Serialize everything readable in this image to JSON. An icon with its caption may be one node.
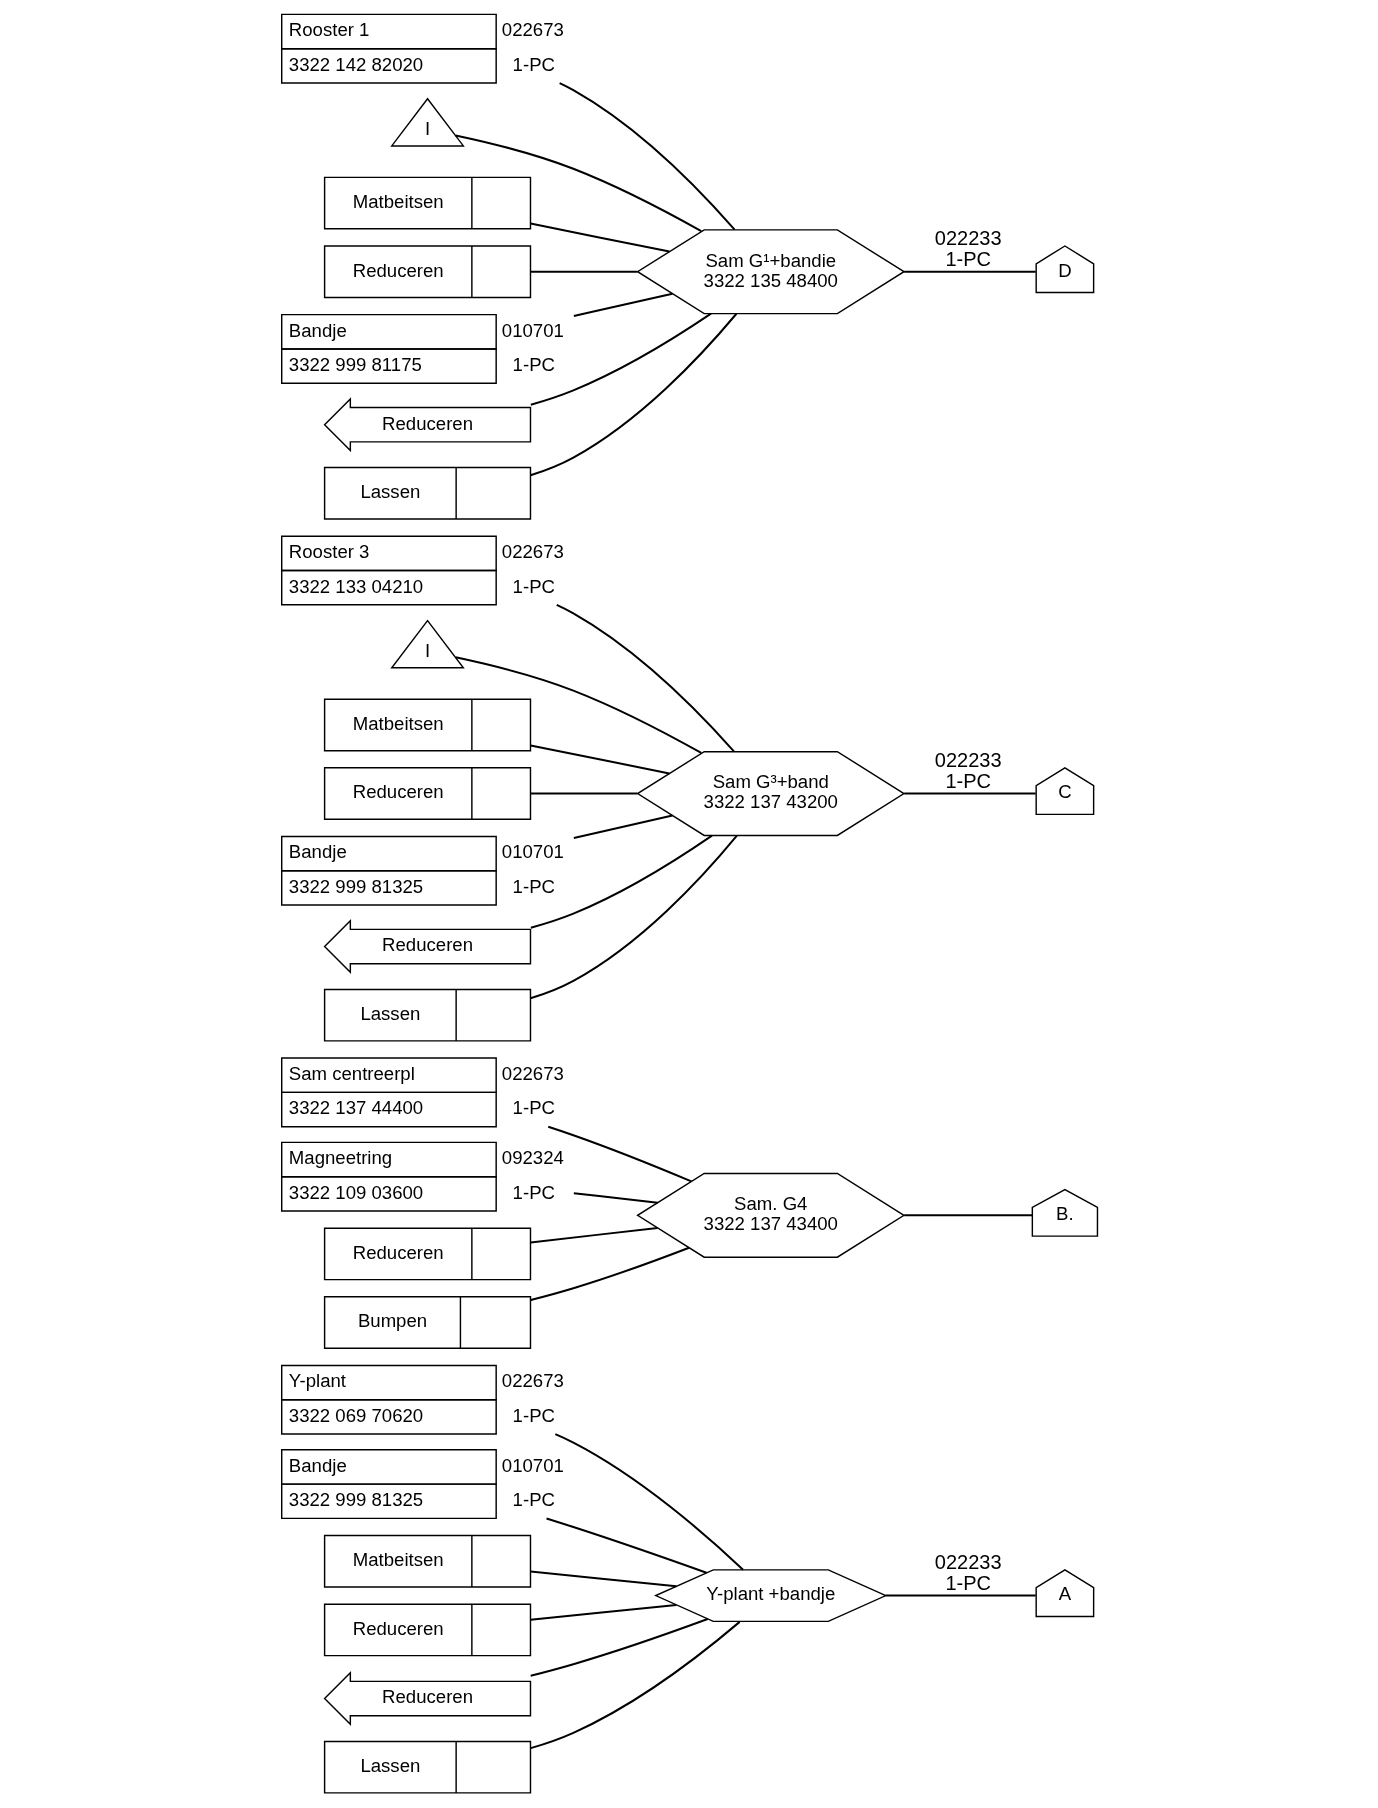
{
  "diagram": {
    "nodes": [
      {
        "text": [
          "Y-plant",
          "3322 069 70620"
        ],
        "beside": [
          "022673",
          "1-PC"
        ]
      },
      {
        "text": [
          "Bandje",
          "3322 999 81325"
        ],
        "beside": [
          "010701",
          "1-PC"
        ]
      },
      {
        "text": [
          "Matbeitsen"
        ]
      },
      {
        "text": [
          "Reduceren"
        ]
      },
      {
        "text": [
          "Reduceren"
        ]
      },
      {
        "text": [
          "Lassen"
        ]
      },
      {
        "text": [
          "Y-plant +bandje"
        ],
        "beside": [
          "022233",
          "1-PC"
        ]
      },
      {
        "text": [
          "A"
        ]
      },
      {
        "text": [
          "Sam centreerpl",
          "3322 137 44400"
        ],
        "beside": [
          "022673",
          "1-PC"
        ]
      },
      {
        "text": [
          "Magneetring",
          "3322 109 03600"
        ],
        "beside": [
          "092324",
          "1-PC"
        ]
      },
      {
        "text": [
          "Reduceren"
        ]
      },
      {
        "text": [
          "Bumpen"
        ]
      },
      {
        "text": [
          "Sam. G4",
          "3322 137 43400"
        ]
      },
      {
        "text": [
          "B."
        ]
      },
      {
        "text": [
          "Rooster 3",
          "3322 133 04210"
        ],
        "beside": [
          "022673",
          "1-PC"
        ]
      },
      {
        "text": [
          "I"
        ]
      },
      {
        "text": [
          "Matbeitsen"
        ]
      },
      {
        "text": [
          "Reduceren"
        ]
      },
      {
        "text": [
          "Bandje",
          "3322 999 81325"
        ],
        "beside": [
          "010701",
          "1-PC"
        ]
      },
      {
        "text": [
          "Reduceren"
        ]
      },
      {
        "text": [
          "Lassen"
        ]
      },
      {
        "text": [
          "Sam G³+band",
          "3322 137 43200"
        ],
        "beside": [
          "022233",
          "1-PC"
        ]
      },
      {
        "text": [
          "C"
        ]
      },
      {
        "text": [
          "Rooster 1",
          "3322 142 82020"
        ],
        "beside": [
          "022673",
          "1-PC"
        ]
      },
      {
        "text": [
          "I"
        ]
      },
      {
        "text": [
          "Matbeitsen"
        ]
      },
      {
        "text": [
          "Reduceren"
        ]
      },
      {
        "text": [
          "Bandje",
          "3322 999 81175"
        ],
        "beside": [
          "010701",
          "1-PC"
        ]
      },
      {
        "text": [
          "Reduceren"
        ]
      },
      {
        "text": [
          "Lassen"
        ]
      },
      {
        "text": [
          "Sam G¹+bandie",
          "3322 135 48400"
        ],
        "beside": [
          "022233",
          "1-PC"
        ]
      },
      {
        "text": [
          "D"
        ]
      }
    ],
    "edges": [
      {
        "from": 0,
        "to": 6,
        "arrow": "none"
      },
      {
        "from": 2,
        "to": 6,
        "arrow": "none"
      },
      {
        "from": 3,
        "to": 6,
        "arrow": "none"
      },
      {
        "from": 1,
        "to": 6,
        "arrow": "none"
      },
      {
        "from": 4,
        "to": 6,
        "arrow": "none"
      },
      {
        "from": 5,
        "to": 6,
        "arrow": "none"
      },
      {
        "from": 6,
        "to": 7,
        "arrow": "none"
      },
      {
        "from": 8,
        "to": 12,
        "arrow": "none"
      },
      {
        "from": 10,
        "to": 12,
        "arrow": "none"
      },
      {
        "from": 9,
        "to": 12,
        "arrow": "none"
      },
      {
        "from": 11,
        "to": 12,
        "arrow": "none"
      },
      {
        "from": 12,
        "to": 13,
        "arrow": "none"
      },
      {
        "from": 14,
        "to": 21,
        "arrow": "none"
      },
      {
        "from": 15,
        "to": 21,
        "arrow": "none"
      },
      {
        "from": 16,
        "to": 21,
        "arrow": "none"
      },
      {
        "from": 17,
        "to": 21,
        "arrow": "none"
      },
      {
        "from": 18,
        "to": 21,
        "arrow": "none"
      },
      {
        "from": 19,
        "to": 21,
        "arrow": "none"
      },
      {
        "from": 20,
        "to": 21,
        "arrow": "none"
      },
      {
        "from": 21,
        "to": 22,
        "arrow": "none"
      },
      {
        "from": 23,
        "to": 30,
        "arrow": "none"
      },
      {
        "from": 24,
        "to": 30,
        "arrow": "none"
      },
      {
        "from": 25,
        "to": 30,
        "arrow": "none"
      },
      {
        "from": 26,
        "to": 30,
        "arrow": "none"
      },
      {
        "from": 27,
        "to": 30,
        "arrow": "none"
      },
      {
        "from": 28,
        "to": 30,
        "arrow": "none"
      },
      {
        "from": 29,
        "to": 30,
        "arrow": "none"
      },
      {
        "from": 30,
        "to": 31,
        "arrow": "none"
      }
    ]
  }
}
